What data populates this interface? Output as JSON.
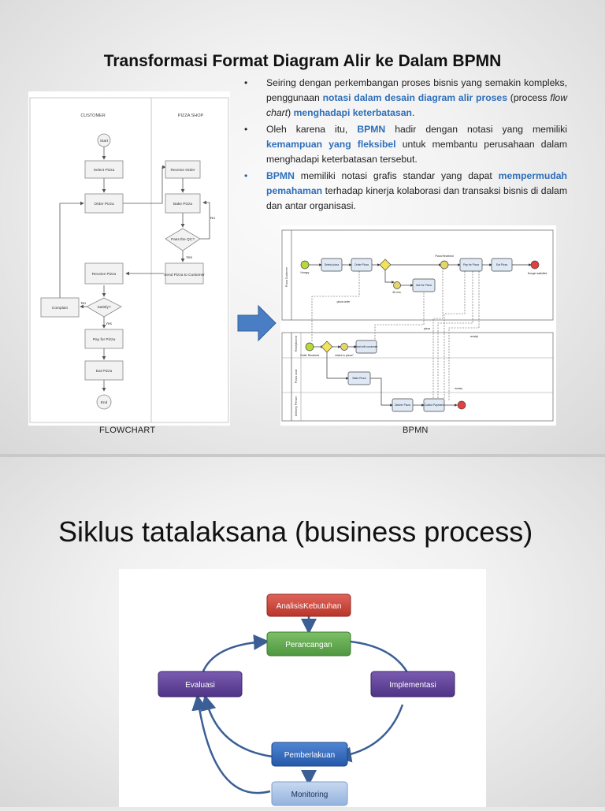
{
  "slide1": {
    "title": "Transformasi Format Diagram Alir ke Dalam BPMN",
    "bullets": [
      {
        "parts": [
          {
            "t": "Seiring dengan perkembangan proses bisnis yang semakin kompleks, penggunaan "
          },
          {
            "t": "notasi dalam desain diagram alir proses",
            "hl": true
          },
          {
            "t": " (process "
          },
          {
            "t": "flow chart",
            "it": true
          },
          {
            "t": ") "
          },
          {
            "t": "menghadapi keterbatasan",
            "hl": true
          },
          {
            "t": "."
          }
        ]
      },
      {
        "parts": [
          {
            "t": "Oleh karena itu, "
          },
          {
            "t": "BPMN",
            "hl": true
          },
          {
            "t": " hadir dengan notasi yang memiliki "
          },
          {
            "t": "kemampuan yang fleksibel",
            "hl": true
          },
          {
            "t": " untuk membantu perusahaan dalam menghadapi keterbatasan tersebut."
          }
        ]
      },
      {
        "parts": [
          {
            "t": "BPMN",
            "hl": true
          },
          {
            "t": " memiliki notasi grafis standar yang dapat "
          },
          {
            "t": "mempermudah pemahaman",
            "hl": true
          },
          {
            "t": " terhadap kinerja kolaborasi dan transaksi bisnis di dalam dan antar organisasi."
          }
        ]
      }
    ],
    "flowchart": {
      "caption": "FLOWCHART",
      "lanes": [
        "CUSTOMER",
        "PIZZA SHOP"
      ],
      "nodes": {
        "start": "Start",
        "select": "Select Pizza",
        "order": "Order Pizza",
        "receive_order": "Receive Order",
        "bake": "Bake Pizza",
        "pass_qc": "Pass the QC?",
        "send": "Send Pizza to Customer",
        "receive_pizza": "Receive Pizza",
        "satisfy": "Satisfy?",
        "complain": "Complain",
        "pay": "Pay for Pizza",
        "eat": "Eat Pizza",
        "end": "End"
      },
      "labels": {
        "no": "No",
        "yes": "Yes"
      }
    },
    "bpmn": {
      "caption": "BPMN",
      "lanes": [
        "Pizza Customer",
        "Receptionist",
        "Pizza cook",
        "Delivery Person"
      ],
      "nodes": {
        "hungry": "Hungry",
        "select": "Select pizza",
        "order": "Order Pizza",
        "pizza_received": "Pizza Received",
        "pay": "Pay for Pizza",
        "eat": "Eat Pizza",
        "hunger_satisfied": "Hunger satisfied",
        "ask": "Ask for Pizza",
        "60min": "60 min.",
        "pizza_order": "pizza order",
        "order_received": "Order Received",
        "where": "where is pizza?",
        "calm": "Deal with customer",
        "bake": "Bake Pizza",
        "deliver": "Deliver Pizza",
        "collect": "Collect Payment",
        "pizza": "pizza",
        "money": "money",
        "receipt": "receipt"
      }
    },
    "arrow_color": "#4a7ec4"
  },
  "slide2": {
    "title": "Siklus tatalaksana (business process)",
    "cycle": {
      "analisis": {
        "label": "AnalisisKebutuhan",
        "color": "#c0392b"
      },
      "perancangan": {
        "label": "Perancangan",
        "color": "#5aa345"
      },
      "implementasi": {
        "label": "Implementasi",
        "color": "#5b3c8f"
      },
      "evaluasi": {
        "label": "Evaluasi",
        "color": "#5b3c8f"
      },
      "pemberlakuan": {
        "label": "Pemberlakuan",
        "color": "#2962b5"
      },
      "monitoring": {
        "label": "Monitoring",
        "color": "#a9c2e6"
      }
    }
  }
}
